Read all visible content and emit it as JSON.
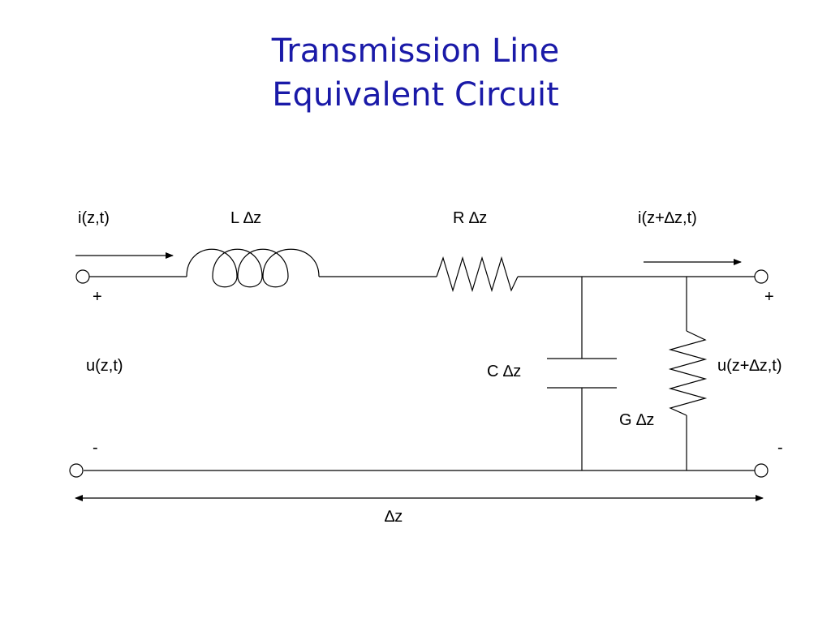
{
  "title": {
    "line1": "Transmission Line",
    "line2": "Equivalent Circuit"
  },
  "labels": {
    "current_in": "i(z,t)",
    "current_out": "i(z+∆z,t)",
    "inductance": "L ∆z",
    "resistance": "R ∆z",
    "capacitance": "C ∆z",
    "conductance": "G ∆z",
    "voltage_in": "u(z,t)",
    "voltage_out": "u(z+∆z,t)",
    "plus_left": "+",
    "plus_right": "+",
    "minus_left": "-",
    "minus_right": "-",
    "length": "∆z"
  },
  "colors": {
    "title": "#1a1aa8",
    "wire": "#000000"
  }
}
